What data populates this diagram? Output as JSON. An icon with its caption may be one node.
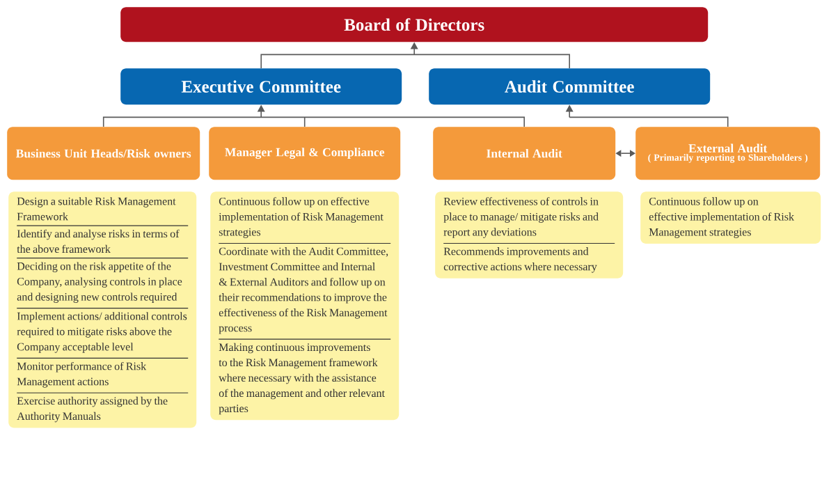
{
  "diagram": {
    "nodes": [
      {
        "text": [
          "Board of Directors"
        ]
      },
      {
        "text": [
          "Executive Committee"
        ]
      },
      {
        "text": [
          "Audit Committee"
        ]
      },
      {
        "text": [
          "Business Unit Heads/Risk owners"
        ]
      },
      {
        "text": [
          "Manager Legal & Compliance"
        ]
      },
      {
        "text": [
          "Internal Audit"
        ]
      },
      {
        "text": [
          "External Audit",
          "( Primarily reporting to Shareholders )"
        ]
      },
      {
        "text": [
          "Design a suitable Risk Management Framework",
          "Identify and analyse risks in terms of the above framework",
          "Deciding on the risk appetite of the Company, analysing controls in place and designing new controls required",
          "Implement actions/ additional controls required to mitigate risks above the Company acceptable level",
          "Monitor performance of Risk Management actions",
          "Exercise authority assigned by the Authority Manuals"
        ]
      },
      {
        "text": [
          "Continuous follow up on effective implementation of Risk Management strategies",
          "Coordinate with the Audit Committee, Investment Committee and Internal & External Auditors and follow up on their recommendations to improve the effectiveness of the Risk Management process",
          "Making continuous improvements to the Risk Management framework where necessary with the assistance of the management and other relevant parties"
        ]
      },
      {
        "text": [
          "Review effectiveness of controls in place to manage/ mitigate risks and report any deviations",
          "Recommends improvements and corrective actions where necessary"
        ]
      },
      {
        "text": [
          "Continuous follow up on effective implementation of Risk Management strategies"
        ]
      }
    ],
    "edges": [
      {
        "from": 1,
        "to": 0,
        "arrow": "to"
      },
      {
        "from": 2,
        "to": 0,
        "arrow": "to"
      },
      {
        "from": 3,
        "to": 1,
        "arrow": "to"
      },
      {
        "from": 4,
        "to": 1,
        "arrow": "to"
      },
      {
        "from": 5,
        "to": 1,
        "arrow": "to"
      },
      {
        "from": 6,
        "to": 2,
        "arrow": "to"
      },
      {
        "from": 5,
        "to": 6,
        "arrow": "both"
      }
    ]
  }
}
